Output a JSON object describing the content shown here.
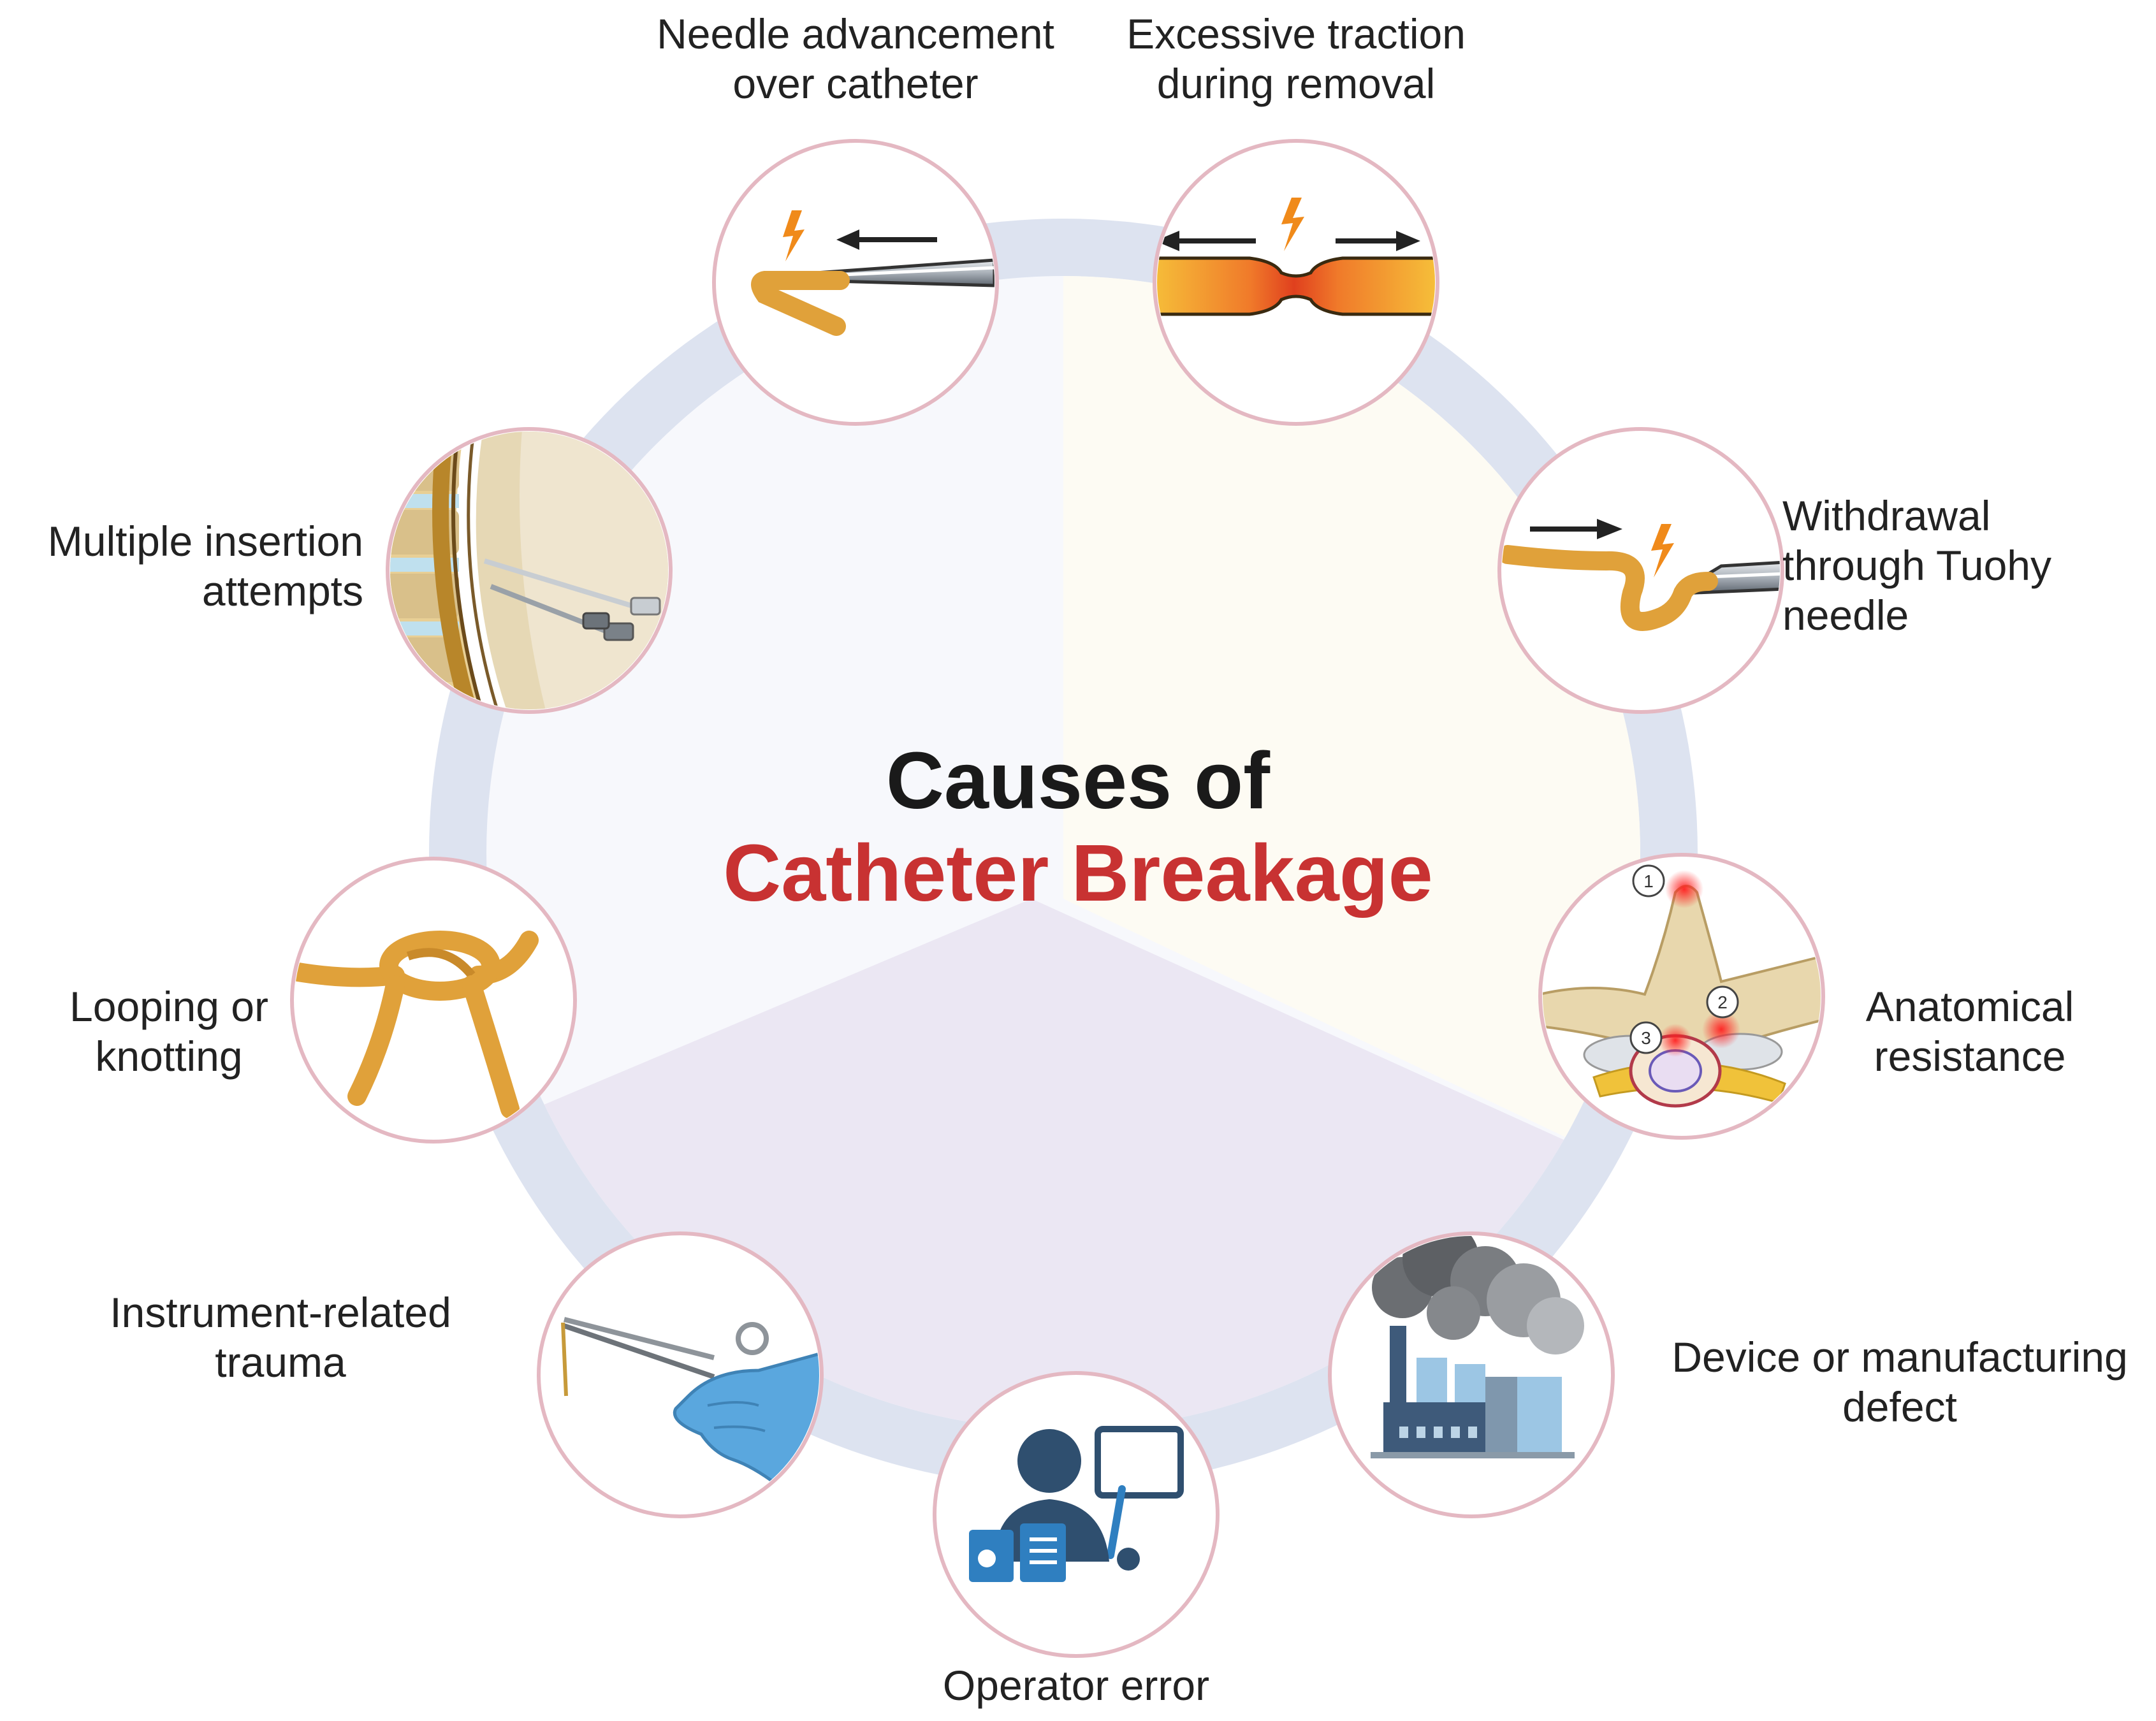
{
  "title": {
    "line1": "Causes of",
    "line2": "Catheter Breakage",
    "line2_color": "#c83232"
  },
  "colors": {
    "ring": "#dde3f0",
    "circle_border": "#e4b8c2",
    "catheter": "#e0a13a",
    "spark": "#f08a1a",
    "sector_left": "#f7f8fc",
    "sector_right": "#fdfbf3",
    "sector_bottom": "#ebe7f3"
  },
  "causes": [
    {
      "id": "needle-advancement",
      "lines": [
        "Needle advancement",
        "over catheter"
      ],
      "icon": "needle-advancement-icon"
    },
    {
      "id": "excessive-traction",
      "lines": [
        "Excessive traction",
        "during removal"
      ],
      "icon": "stretched-catheter-icon"
    },
    {
      "id": "withdrawal-tuohy",
      "lines": [
        "Withdrawal",
        "through Tuohy",
        "needle"
      ],
      "icon": "tuohy-withdrawal-icon"
    },
    {
      "id": "anatomical-resistance",
      "lines": [
        "Anatomical",
        "resistance"
      ],
      "icon": "vertebra-icon",
      "markers": [
        "1",
        "2",
        "3"
      ]
    },
    {
      "id": "device-defect",
      "lines": [
        "Device or manufacturing",
        "defect"
      ],
      "icon": "factory-icon"
    },
    {
      "id": "operator-error",
      "lines": [
        "Operator error"
      ],
      "icon": "operator-icon"
    },
    {
      "id": "instrument-trauma",
      "lines": [
        "Instrument-related",
        "trauma"
      ],
      "icon": "forceps-icon"
    },
    {
      "id": "looping-knotting",
      "lines": [
        "Looping or",
        "knotting"
      ],
      "icon": "knot-icon"
    },
    {
      "id": "multiple-insertion",
      "lines": [
        "Multiple insertion",
        "attempts"
      ],
      "icon": "spine-needles-icon"
    }
  ]
}
